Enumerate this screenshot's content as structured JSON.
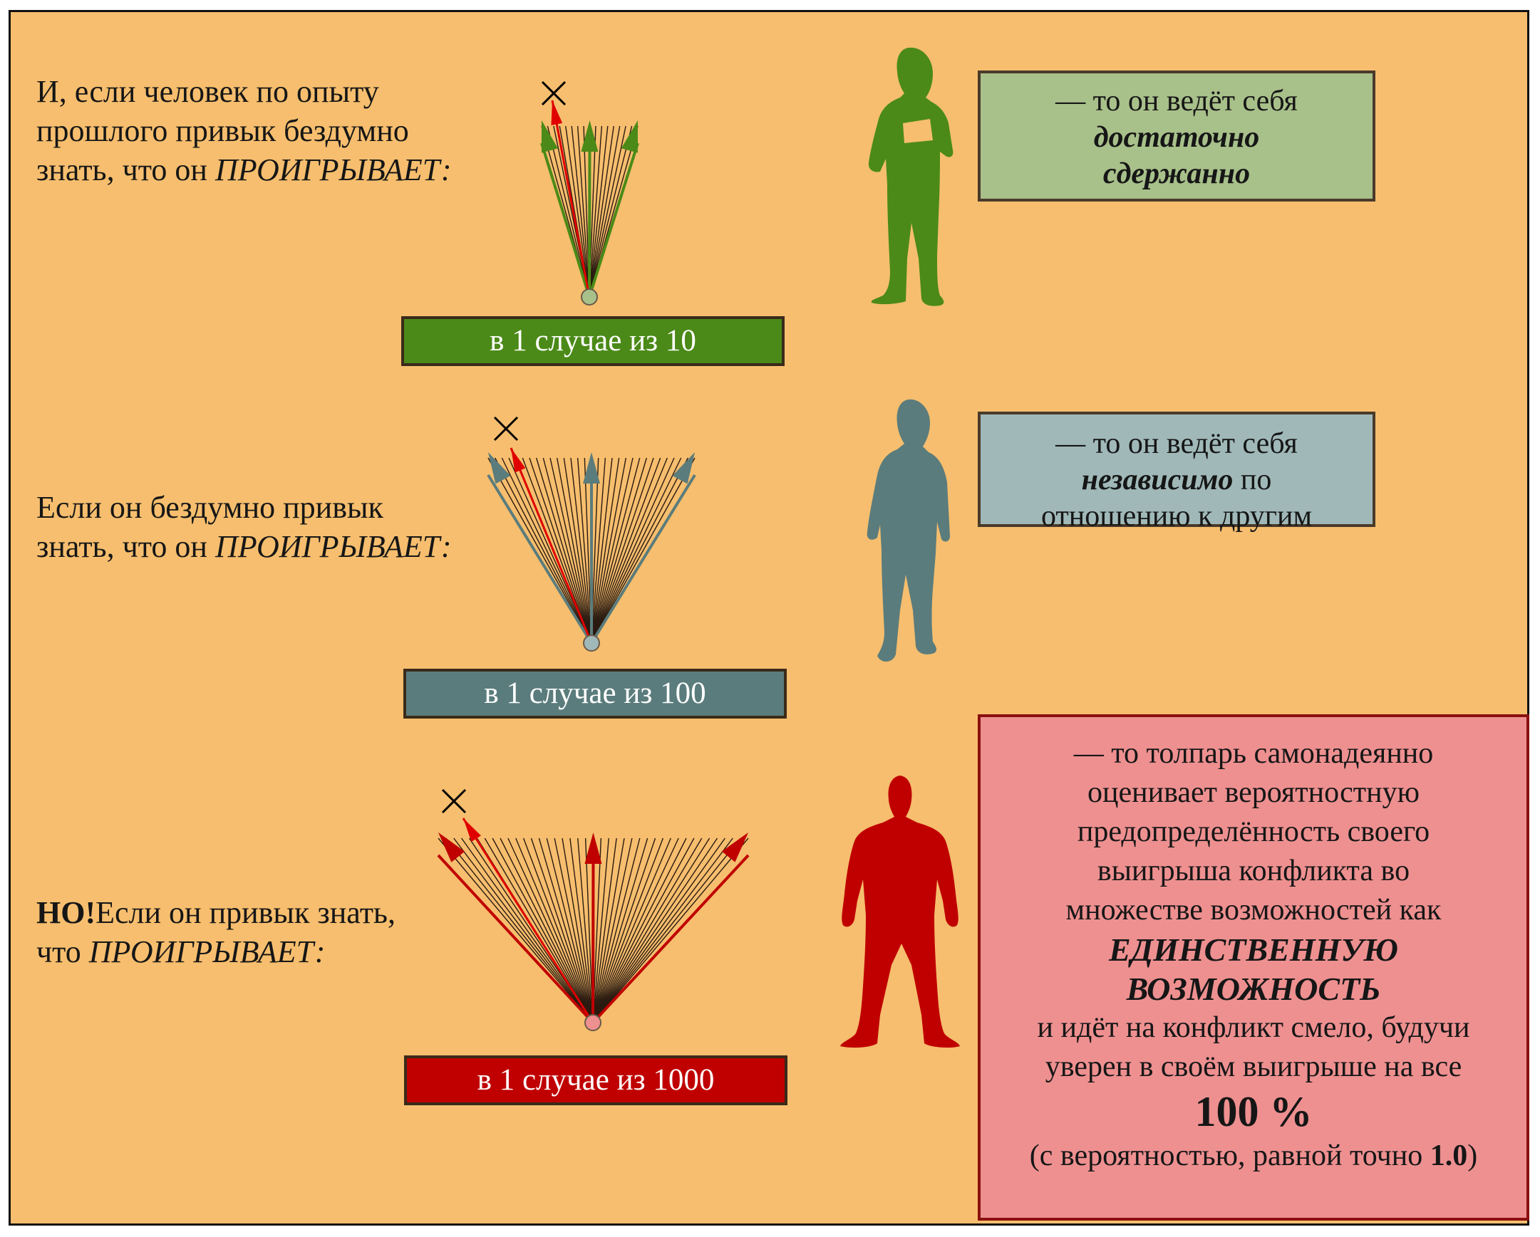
{
  "colors": {
    "background": "#f6be6e",
    "green": "#4b8a18",
    "teal": "#5b7c7c",
    "red": "#c00000",
    "green_box": "#a8c08a",
    "teal_box": "#a0b8b8",
    "red_box": "#ee9090"
  },
  "rows": [
    {
      "lead": {
        "line1": "И, если человек по опыту",
        "line2": "прошлого привык бездумно",
        "line3_plain": "знать, что он ",
        "line3_italic": "ПРОИГРЫВАЕТ:"
      },
      "case_label": "в 1 случае из 10",
      "quote": {
        "dash": "—",
        "line1": "то он ведёт себя",
        "bold1": "достаточно",
        "bold2": "сдержанно"
      },
      "figure_icon": "standing-man-silhouette-icon",
      "fan_icon": "arrow-fan-icon"
    },
    {
      "lead": {
        "line1": "Если он бездумно привык",
        "line2_plain": "знать, что он ",
        "line2_italic": "ПРОИГРЫВАЕТ:"
      },
      "case_label": "в 1 случае из 100",
      "quote": {
        "dash": "—",
        "line1": "то он ведёт себя",
        "bold": "независимо",
        "after_bold": " по",
        "line3": "отношению к другим"
      },
      "figure_icon": "standing-man-silhouette-icon",
      "fan_icon": "arrow-fan-icon"
    },
    {
      "lead": {
        "bold": "НО!",
        "line1_rest": "Если он привык знать,",
        "line2_plain": "что ",
        "line2_italic": "ПРОИГРЫВАЕТ:"
      },
      "case_label": "в 1 случае из 1000",
      "quote": {
        "dash": "—",
        "lines": [
          "то толпарь самонадеянно",
          "оценивает вероятностную",
          "предопределённость своего",
          "выигрыша конфликта во",
          "множестве возможностей как"
        ],
        "bold1": "ЕДИНСТВЕННУЮ",
        "bold2": "ВОЗМОЖНОСТЬ",
        "line_after1": "и идёт на конфликт смело, будучи",
        "line_after2": "уверен в своём выигрыше на все",
        "percent": "100 %",
        "last_plain": "(с вероятностью, равной точно ",
        "last_bold": "1.0",
        "last_close": ")"
      },
      "figure_icon": "muscular-man-silhouette-icon",
      "fan_icon": "arrow-fan-icon"
    }
  ]
}
